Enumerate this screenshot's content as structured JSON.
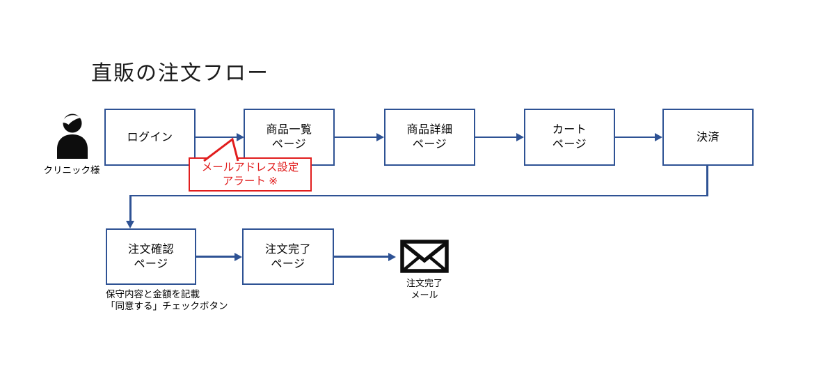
{
  "title": "直販の注文フロー",
  "colors": {
    "flow_line": "#2e5294",
    "alert_red": "#e11d1d",
    "icon_black": "#0d0d0d"
  },
  "actor": {
    "icon": "person-icon",
    "label": "クリニック様"
  },
  "steps_row1": [
    {
      "label": "ログイン"
    },
    {
      "label": "商品一覧\nページ"
    },
    {
      "label": "商品詳細\nページ"
    },
    {
      "label": "カート\nページ"
    },
    {
      "label": "決済"
    }
  ],
  "alert_callout": {
    "label": "メールアドレス設定\nアラート ※"
  },
  "steps_row2": [
    {
      "label": "注文確認\nページ",
      "note": "保守内容と金額を記載\n「同意する」チェックボタン"
    },
    {
      "label": "注文完了\nページ"
    }
  ],
  "email": {
    "icon": "envelope-icon",
    "label": "注文完了\nメール"
  }
}
